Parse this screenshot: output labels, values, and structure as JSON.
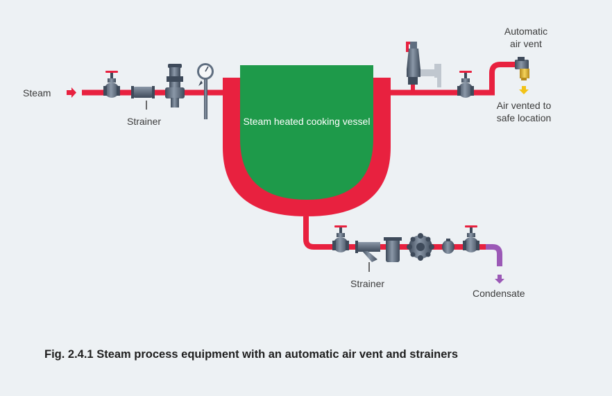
{
  "labels": {
    "steam": "Steam",
    "strainer_top": "Strainer",
    "vessel": "Steam heated cooking vessel",
    "air_vent_line1": "Automatic",
    "air_vent_line2": "air vent",
    "vented_line1": "Air vented to",
    "vented_line2": "safe location",
    "strainer_bottom": "Strainer",
    "condensate": "Condensate"
  },
  "caption": "Fig. 2.4.1 Steam process equipment with an automatic air vent and strainers",
  "colors": {
    "steam_pipe": "#e8213f",
    "vessel_contents": "#1e9a4a",
    "condensate_pipe": "#9b59b6",
    "vented_air_arrow": "#f2c318",
    "equipment": "#5f6e80",
    "background": "#edf1f4"
  }
}
